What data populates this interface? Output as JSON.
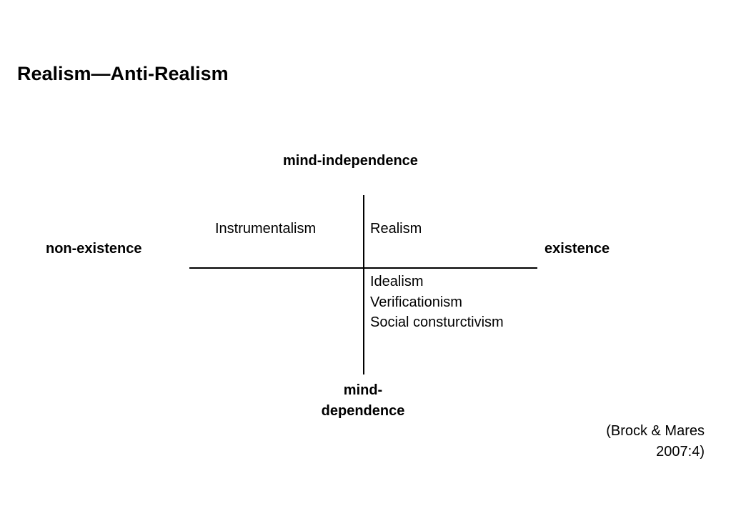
{
  "title": "Realism—Anti-Realism",
  "axes": {
    "top": "mind-independence",
    "bottom_lines": [
      "mind-",
      "dependence"
    ],
    "left": "non-existence",
    "right": "existence"
  },
  "quadrants": {
    "top_left": [
      "Instrumentalism"
    ],
    "top_right": [
      "Realism"
    ],
    "bottom_left": [],
    "bottom_right": [
      "Idealism",
      "Verificationism",
      "Social consturctivism"
    ]
  },
  "citation_lines": [
    "(Brock & Mares",
    "2007:4)"
  ]
}
